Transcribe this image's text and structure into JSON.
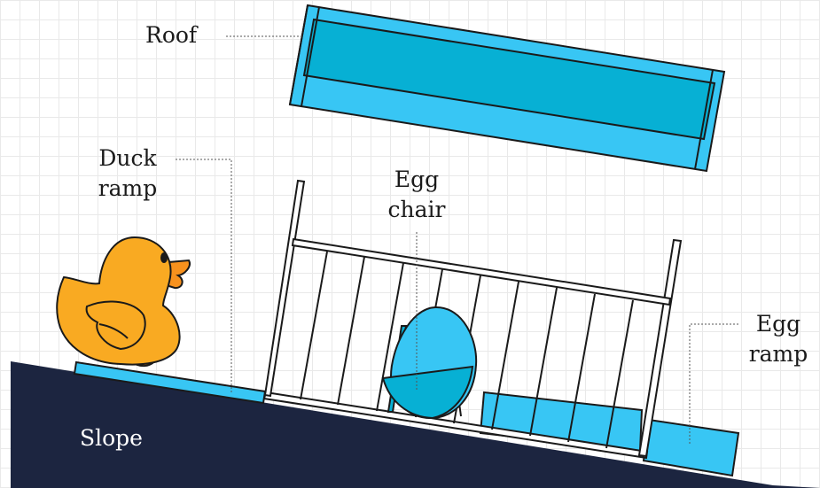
{
  "labels": {
    "roof": "Roof",
    "duck_ramp_line1": "Duck",
    "duck_ramp_line2": "ramp",
    "egg_chair_line1": "Egg",
    "egg_chair_line2": "chair",
    "egg_ramp_line1": "Egg",
    "egg_ramp_line2": "ramp",
    "slope": "Slope"
  },
  "colors": {
    "slope": "#1c2540",
    "part_light": "#38c6f4",
    "part_mid": "#07b0d4",
    "outline": "#1a1a1a",
    "duck_body": "#f9aa22",
    "duck_feet": "#f7911d",
    "grid": "#e9e9e9",
    "background": "#ffffff"
  }
}
